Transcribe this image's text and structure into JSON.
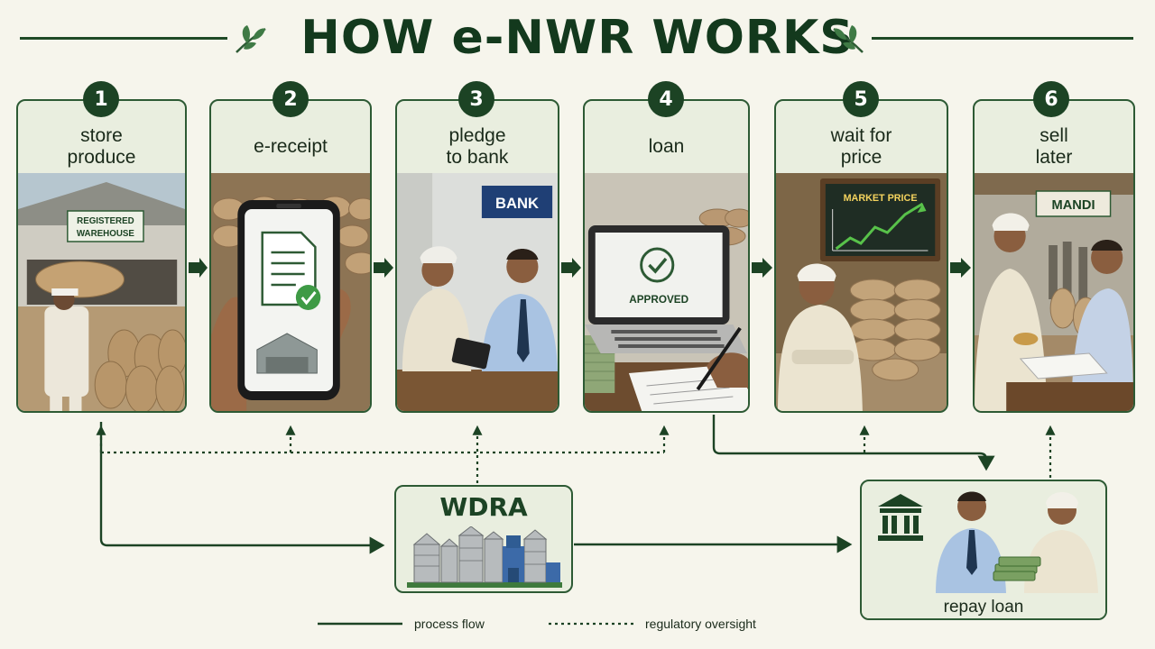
{
  "title": "HOW e-NWR WORKS",
  "steps": [
    {
      "number": "1",
      "label": "store\nproduce"
    },
    {
      "number": "2",
      "label": "e-receipt"
    },
    {
      "number": "3",
      "label": "pledge\nto bank"
    },
    {
      "number": "4",
      "label": "loan"
    },
    {
      "number": "5",
      "label": "wait for\nprice"
    },
    {
      "number": "6",
      "label": "sell\nlater"
    }
  ],
  "image_text": {
    "warehouse_sign": "REGISTERED\nWAREHOUSE",
    "bank_sign": "BANK",
    "approved": "APPROVED",
    "market_price": "MARKET PRICE",
    "mandi_sign": "MANDI"
  },
  "regulator": {
    "label": "WDRA"
  },
  "repay": {
    "label": "repay loan"
  },
  "legend": {
    "process_flow": "process flow",
    "regulatory_oversight": "regulatory oversight"
  },
  "colors": {
    "accent": "#1c4324",
    "background": "#f6f5ec",
    "card_fill": "#e9eedf",
    "border": "#2d5a34"
  }
}
